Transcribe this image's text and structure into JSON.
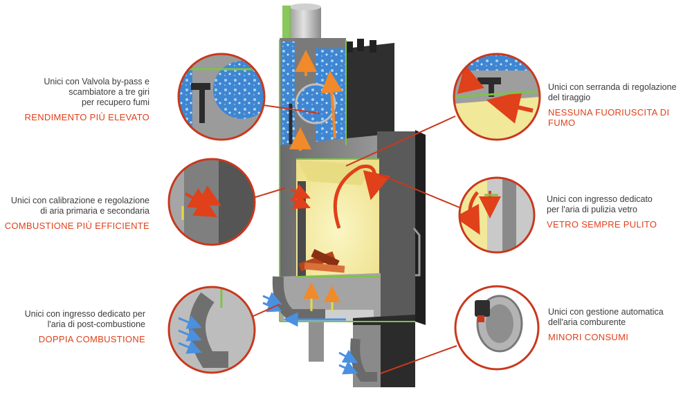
{
  "colors": {
    "accent": "#e0401a",
    "callout_ring": "#c8381d",
    "stove_dark": "#2b2b2b",
    "stove_grey": "#8c8c8c",
    "insulation_green": "#7ec24a",
    "water_blue": "#4f8fd6",
    "fire_yellow": "#f6efa2",
    "air_arrow": "#4a90e0",
    "flame_arrow": "#e0401a"
  },
  "callouts": [
    {
      "id": "rendimento",
      "side": "left",
      "desc": "Unici con Valvola by-pass e\nscambiatore a tre giri\nper recupero fumi",
      "heading": "RENDIMENTO PIÙ ELEVATO",
      "icon": "bypass-valve-exchanger-icon"
    },
    {
      "id": "combustione",
      "side": "left",
      "desc": "Unici con calibrazione e regolazione\ndi aria primaria e secondaria",
      "heading": "COMBUSTIONE PIÙ EFFICIENTE",
      "icon": "air-calibration-icon"
    },
    {
      "id": "doppia",
      "side": "left",
      "desc": "Unici con ingresso dedicato per\nl'aria di post-combustione",
      "heading": "DOPPIA COMBUSTIONE",
      "icon": "post-combustion-inlet-icon"
    },
    {
      "id": "fumo",
      "side": "right",
      "desc": "Unici con serranda di regolazione\ndel tiraggio",
      "heading": "NESSUNA FUORIUSCITA DI FUMO",
      "icon": "draft-damper-icon"
    },
    {
      "id": "vetro",
      "side": "right",
      "desc": "Unici con ingresso dedicato\nper l'aria di pulizia vetro",
      "heading": "VETRO SEMPRE PULITO",
      "icon": "glass-cleaning-air-icon"
    },
    {
      "id": "consumi",
      "side": "right",
      "desc": "Unici con gestione automatica\ndell'aria comburente",
      "heading": "MINORI CONSUMI",
      "icon": "automatic-air-valve-icon"
    }
  ]
}
